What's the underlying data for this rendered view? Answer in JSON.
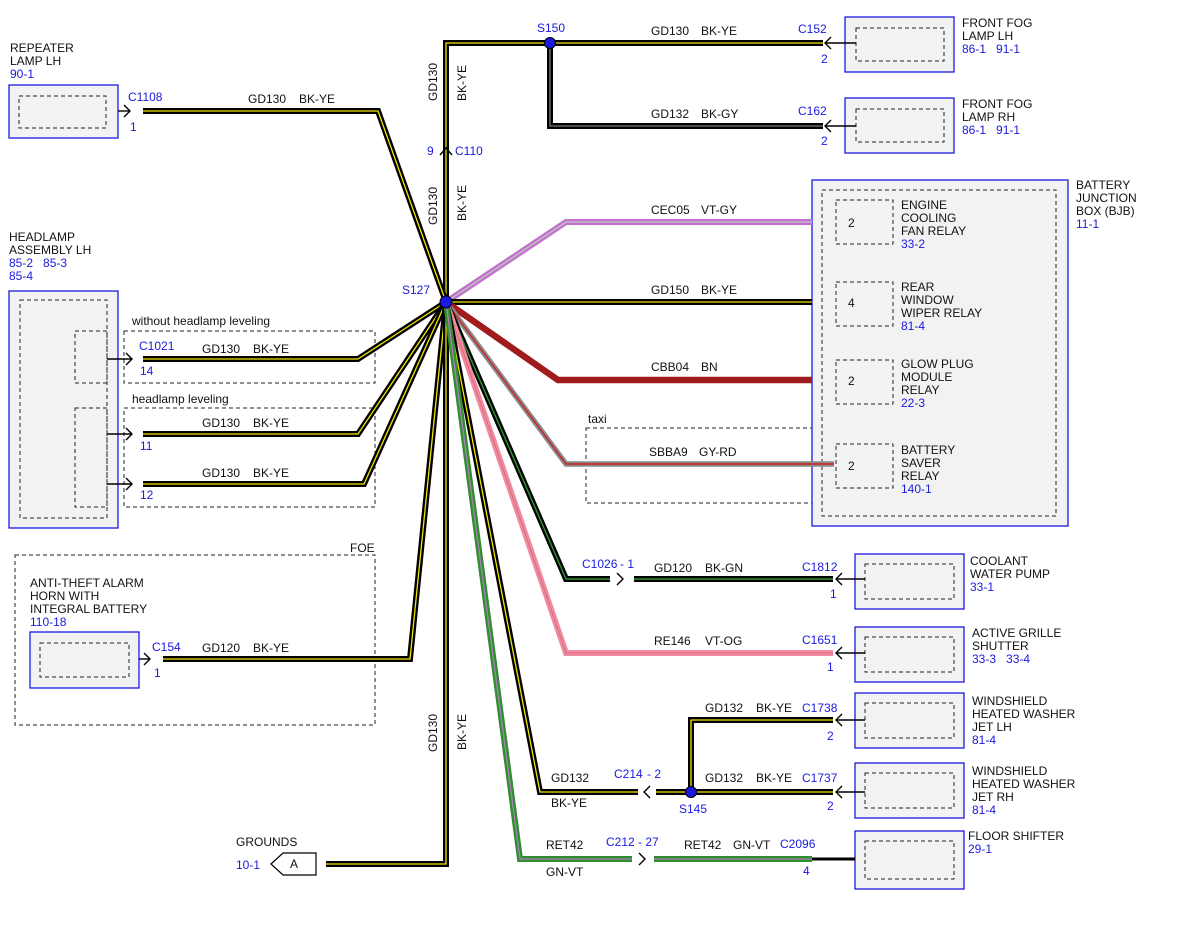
{
  "splices": {
    "s150": "S150",
    "s127": "S127",
    "s145": "S145"
  },
  "components": {
    "repeater": {
      "title1": "REPEATER",
      "title2": "LAMP LH",
      "ref": "90-1"
    },
    "headlamp": {
      "title1": "HEADLAMP",
      "title2": "ASSEMBLY LH",
      "ref1": "85-2   85-3",
      "ref2": "85-4"
    },
    "antitheft": {
      "title1": "ANTI-THEFT ALARM",
      "title2": "HORN WITH",
      "title3": "INTEGRAL BATTERY",
      "ref": "110-18"
    },
    "grounds": {
      "title": "GROUNDS",
      "ref": "10-1",
      "symbol": "A"
    },
    "fog_lh": {
      "title1": "FRONT FOG",
      "title2": "LAMP LH",
      "ref": "86-1   91-1"
    },
    "fog_rh": {
      "title1": "FRONT FOG",
      "title2": "LAMP RH",
      "ref": "86-1   91-1"
    },
    "bjb": {
      "title1": "BATTERY",
      "title2": "JUNCTION",
      "title3": "BOX (BJB)",
      "ref": "11-1"
    },
    "coolant": {
      "title1": "COOLANT",
      "title2": "WATER PUMP",
      "ref": "33-1"
    },
    "grille": {
      "title1": "ACTIVE GRILLE",
      "title2": "SHUTTER",
      "ref": "33-3   33-4"
    },
    "washer_lh": {
      "title1": "WINDSHIELD",
      "title2": "HEATED WASHER",
      "title3": "JET LH",
      "ref": "81-4"
    },
    "washer_rh": {
      "title1": "WINDSHIELD",
      "title2": "HEATED WASHER",
      "title3": "JET RH",
      "ref": "81-4"
    },
    "floor": {
      "title": "FLOOR SHIFTER",
      "ref": "29-1"
    }
  },
  "relays": {
    "fan": {
      "pin": "2",
      "l1": "ENGINE",
      "l2": "COOLING",
      "l3": "FAN RELAY",
      "ref": "33-2"
    },
    "wiper": {
      "pin": "4",
      "l1": "REAR",
      "l2": "WINDOW",
      "l3": "WIPER RELAY",
      "ref": "81-4"
    },
    "glow": {
      "pin": "2",
      "l1": "GLOW PLUG",
      "l2": "MODULE",
      "l3": "RELAY",
      "ref": "22-3"
    },
    "saver": {
      "pin": "2",
      "l1": "BATTERY",
      "l2": "SAVER",
      "l3": "RELAY",
      "ref": "140-1"
    }
  },
  "options": {
    "without_leveling": "without headlamp leveling",
    "leveling": "headlamp leveling",
    "foe": "FOE",
    "taxi": "taxi"
  },
  "connectors": {
    "c1108": {
      "id": "C1108",
      "pin": "1"
    },
    "c1021": {
      "id": "C1021",
      "pin": "14"
    },
    "lvl_11": {
      "pin": "11"
    },
    "lvl_12": {
      "pin": "12"
    },
    "c154": {
      "id": "C154",
      "pin": "1"
    },
    "c110": {
      "id": "C110",
      "pin": "9"
    },
    "c152": {
      "id": "C152",
      "pin": "2"
    },
    "c162": {
      "id": "C162",
      "pin": "2"
    },
    "c1026": {
      "id": "C1026",
      "pin": "- 1"
    },
    "c1812": {
      "id": "C1812",
      "pin": "1"
    },
    "c1651": {
      "id": "C1651",
      "pin": "1"
    },
    "c214": {
      "id": "C214",
      "pin": "- 2"
    },
    "c1738": {
      "id": "C1738",
      "pin": "2"
    },
    "c1737": {
      "id": "C1737",
      "pin": "2"
    },
    "c212": {
      "id": "C212",
      "pin": "- 27"
    },
    "c2096": {
      "id": "C2096",
      "pin": "4"
    }
  },
  "wires": {
    "repeater": {
      "circuit": "GD130",
      "color": "BK-YE"
    },
    "up_upper": {
      "circuit": "GD130",
      "color": "BK-YE"
    },
    "up_lower": {
      "circuit": "GD130",
      "color": "BK-YE"
    },
    "fog_lh": {
      "circuit": "GD130",
      "color": "BK-YE"
    },
    "fog_rh": {
      "circuit": "GD132",
      "color": "BK-GY"
    },
    "fan": {
      "circuit": "CEC05",
      "color": "VT-GY"
    },
    "wiper": {
      "circuit": "GD150",
      "color": "BK-YE"
    },
    "glow": {
      "circuit": "CBB04",
      "color": "BN"
    },
    "saver": {
      "circuit": "SBBA9",
      "color": "GY-RD"
    },
    "head14": {
      "circuit": "GD130",
      "color": "BK-YE"
    },
    "head11": {
      "circuit": "GD130",
      "color": "BK-YE"
    },
    "head12": {
      "circuit": "GD130",
      "color": "BK-YE"
    },
    "horn": {
      "circuit": "GD120",
      "color": "BK-YE"
    },
    "ground": {
      "circuit": "GD130",
      "color": "BK-YE"
    },
    "coolant": {
      "circuit": "GD120",
      "color": "BK-GN"
    },
    "grille": {
      "circuit": "RE146",
      "color": "VT-OG"
    },
    "s145_left": {
      "circuit": "GD132",
      "color": "BK-YE"
    },
    "washer_lh": {
      "circuit": "GD132",
      "color": "BK-YE"
    },
    "washer_rh": {
      "circuit": "GD132",
      "color": "BK-YE"
    },
    "floor_left": {
      "circuit": "RET42",
      "color": "GN-VT"
    },
    "floor_right": {
      "circuit": "RET42",
      "color": "GN-VT"
    }
  },
  "wire_colors": {
    "black": "#000000",
    "yellow": "#f2e600",
    "violet": "#c46fd0",
    "gray": "#bfbfbf",
    "brown": "#a01c1c",
    "red": "#cc2222",
    "green": "#2f8f2f",
    "pink": "#f08aa0",
    "connector_blue": "#1a1adf"
  }
}
